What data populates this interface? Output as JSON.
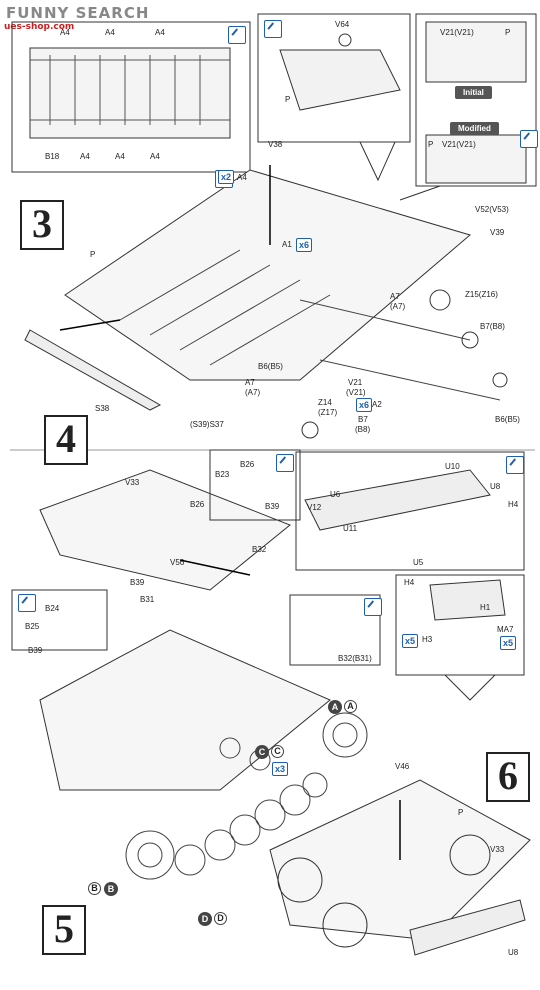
{
  "watermark": {
    "site": "FUNNY SEARCH",
    "sub": "ues-shop.com"
  },
  "steps": {
    "s3": "3",
    "s4": "4",
    "s5": "5",
    "s6": "6"
  },
  "notes": {
    "initial": "Initial",
    "modified": "Modified"
  },
  "labels": {
    "a4": "A4",
    "b18": "B18",
    "v64": "V64",
    "p": "P",
    "v21": "V21(V21)",
    "v38": "V38",
    "v52": "V52(V53)",
    "v39": "V39",
    "a1": "A1",
    "a7": "A7",
    "a7b": "(A7)",
    "z15": "Z15(Z16)",
    "b7b8": "B7(B8)",
    "b6b5": "B6(B5)",
    "v21b": "V21",
    "v21c": "(V21)",
    "a2": "A2",
    "z14": "Z14",
    "z17": "(Z17)",
    "b7": "B7",
    "b8": "(B8)",
    "s39s37": "(S39)S37",
    "s38": "S38",
    "b6b5b": "B6(B5)",
    "v33": "V33",
    "b23": "B23",
    "b26": "B26",
    "b39": "B39",
    "v56": "V56",
    "b32": "B32",
    "b31": "B31",
    "b24": "B24",
    "b25": "B25",
    "b32b31": "B32(B31)",
    "u10": "U10",
    "u6": "U6",
    "u8": "U8",
    "v12": "V12",
    "u11": "U11",
    "h4": "H4",
    "u5": "U5",
    "h1": "H1",
    "h3": "H3",
    "ma7": "MA7",
    "v46": "V46",
    "a": "A",
    "b": "B",
    "c": "C",
    "d": "D"
  },
  "counts": {
    "x2": "x2",
    "x6": "x6",
    "x3": "x3",
    "x5": "x5"
  }
}
